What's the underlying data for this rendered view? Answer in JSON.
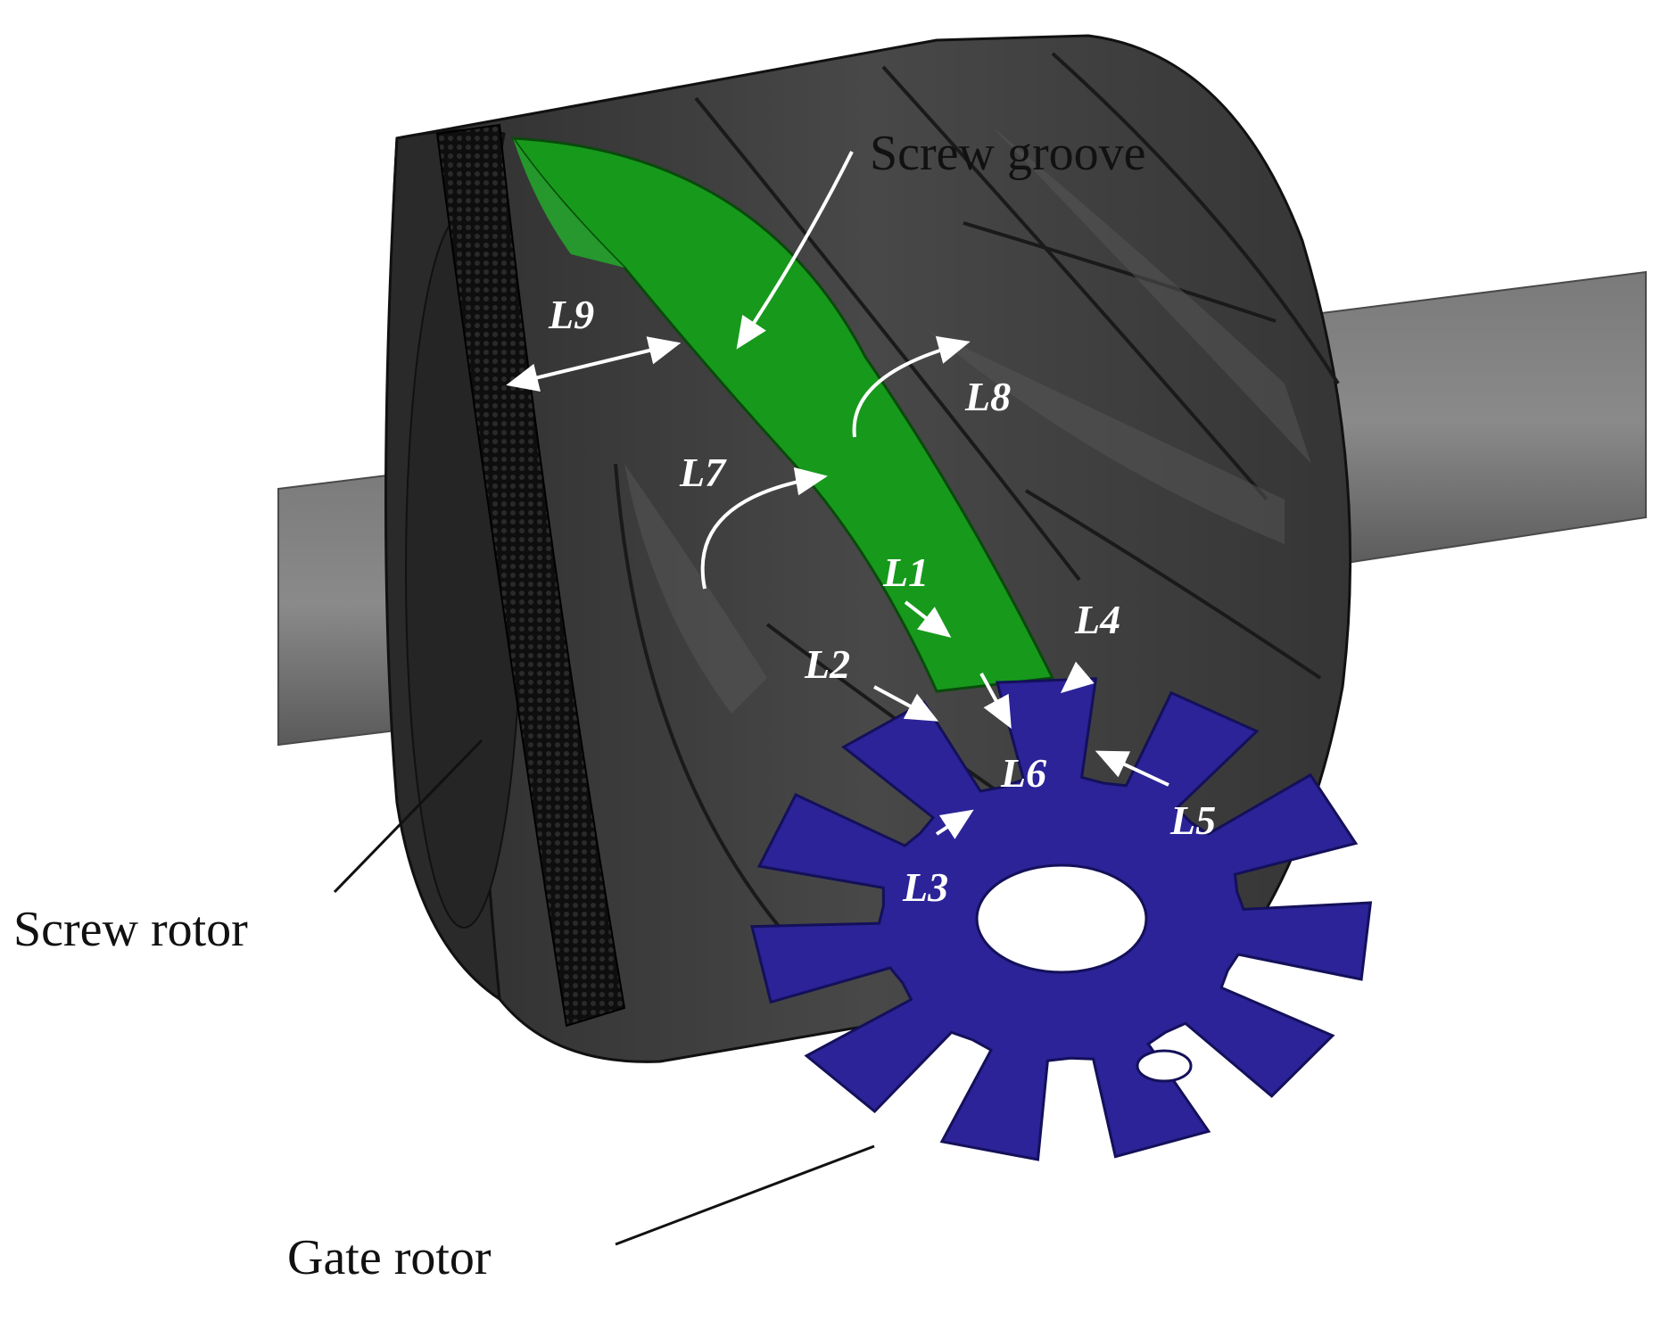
{
  "labels": {
    "screw_groove": "Screw groove",
    "screw_rotor": "Screw rotor",
    "gate_rotor": "Gate rotor"
  },
  "leakage_paths": [
    {
      "id": "L1",
      "text": "L1"
    },
    {
      "id": "L2",
      "text": "L2"
    },
    {
      "id": "L3",
      "text": "L3"
    },
    {
      "id": "L4",
      "text": "L4"
    },
    {
      "id": "L5",
      "text": "L5"
    },
    {
      "id": "L6",
      "text": "L6"
    },
    {
      "id": "L7",
      "text": "L7"
    },
    {
      "id": "L8",
      "text": "L8"
    },
    {
      "id": "L9",
      "text": "L9"
    }
  ],
  "colors": {
    "shaft": "#6b6b6b",
    "screw_body": "#3f3f3f",
    "screw_groove_fill": "#17991c",
    "gate_rotor": "#2b2397",
    "seal_band": "#151515",
    "arrow": "#ffffff"
  }
}
